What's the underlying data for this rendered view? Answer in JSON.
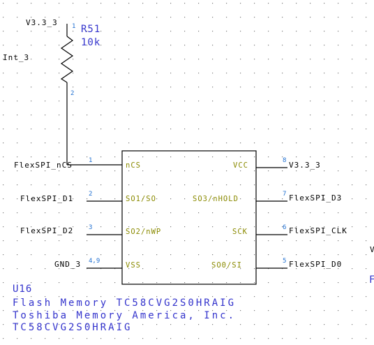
{
  "resistor": {
    "ref": "R51",
    "value": "10k",
    "pin1": "1",
    "pin2": "2",
    "top_net": "V3.3_3",
    "side_net": "Int_3"
  },
  "chip": {
    "ref": "U16",
    "description": "Flash Memory TC58CVG2S0HRAIG",
    "manufacturer": "Toshiba Memory America, Inc.",
    "part_number": "TC58CVG2S0HRAIG",
    "left_pins": [
      {
        "net": "FlexSPI_nCS",
        "num": "1",
        "name": "nCS"
      },
      {
        "net": "FlexSPI_D1",
        "num": "2",
        "name": "SO1/SO"
      },
      {
        "net": "FlexSPI_D2",
        "num": "3",
        "name": "SO2/nWP"
      },
      {
        "net": "GND_3",
        "num": "4,9",
        "name": "VSS"
      }
    ],
    "right_pins": [
      {
        "net": "V3.3_3",
        "num": "8",
        "name": "VCC"
      },
      {
        "net": "FlexSPI_D3",
        "num": "7",
        "name": "SO3/nHOLD"
      },
      {
        "net": "FlexSPI_CLK",
        "num": "6",
        "name": "SCK"
      },
      {
        "net": "FlexSPI_D0",
        "num": "5",
        "name": "SO0/SI"
      }
    ]
  },
  "edge_fragments": {
    "right_v": "V",
    "right_f": "F"
  }
}
